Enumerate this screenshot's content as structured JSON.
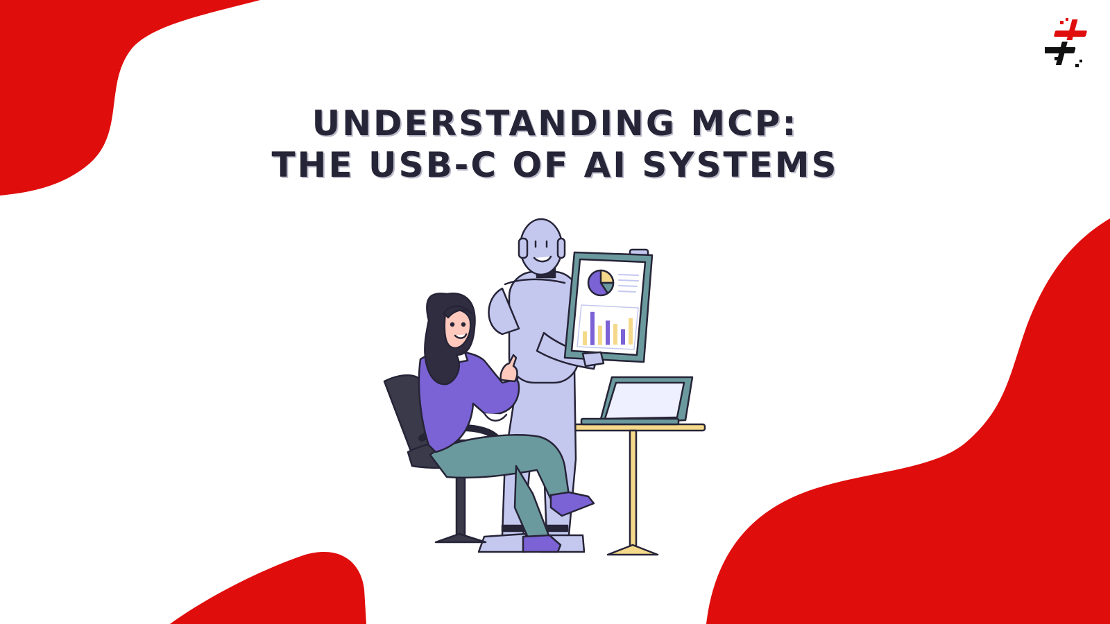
{
  "title": {
    "line1": "UNDERSTANDING MCP:",
    "line2": "THE USB-C OF AI SYSTEMS"
  },
  "colors": {
    "background": "#ffffff",
    "accent": "#e00d0d",
    "title_text": "#262437",
    "title_shadow": "#b9b9c9",
    "robot": "#c4c8ef",
    "sweater": "#7b63d6",
    "pants": "#6b9a9e",
    "table": "#f5d98a",
    "chair": "#3a3a4a"
  },
  "logo": {
    "icon": "hashtag-brand-logo"
  },
  "illustration": {
    "icon": "woman-and-robot-reviewing-charts",
    "pie_chart_values": [
      55,
      25,
      20
    ],
    "bar_chart_values": [
      20,
      48,
      28,
      35,
      30,
      22,
      38
    ]
  }
}
